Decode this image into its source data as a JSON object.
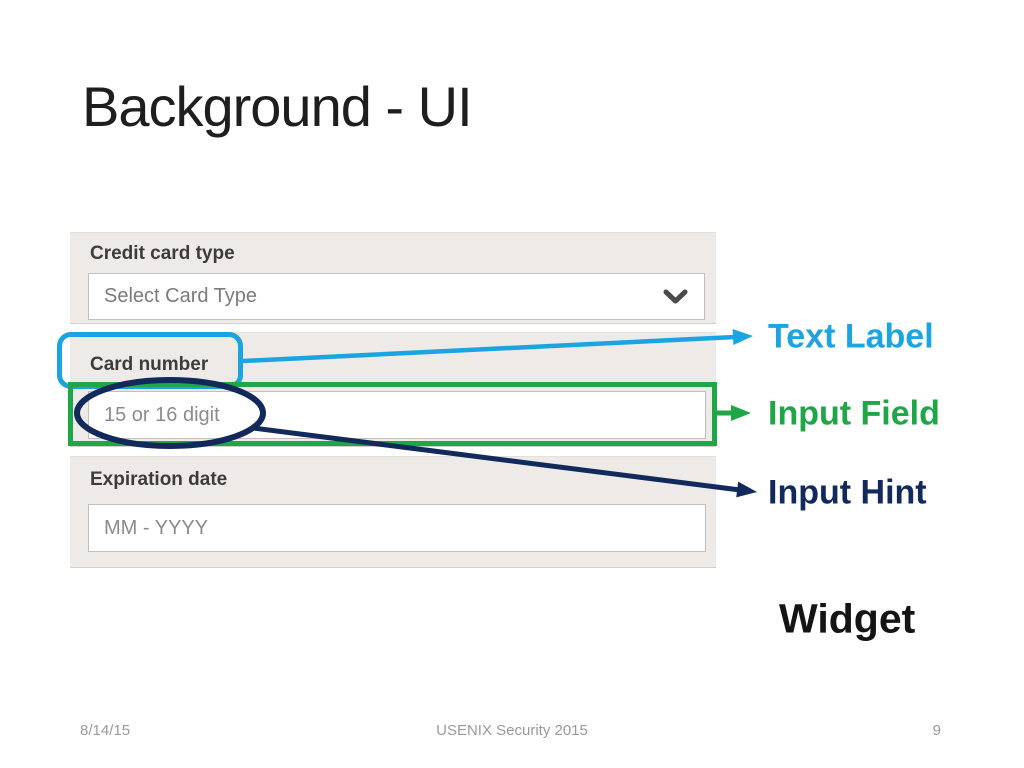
{
  "slide": {
    "title": "Background - UI",
    "footer": {
      "date": "8/14/15",
      "venue": "USENIX Security 2015",
      "page_number": "9"
    }
  },
  "form": {
    "credit_card_type": {
      "label": "Credit card type",
      "selected_value": "Select Card Type"
    },
    "card_number": {
      "label": "Card number",
      "value": "",
      "placeholder": "15 or 16 digit"
    },
    "expiration_date": {
      "label": "Expiration date",
      "value": "",
      "placeholder": "MM - YYYY"
    }
  },
  "annotations": {
    "text_label": {
      "text": "Text Label",
      "color": "#1ba3e2"
    },
    "input_field": {
      "text": "Input Field",
      "color": "#1fa647"
    },
    "input_hint": {
      "text": "Input Hint",
      "color": "#12295b"
    },
    "widget": {
      "text": "Widget",
      "color": "#141414"
    }
  },
  "icons": {
    "chevron_down": "chevron-down-icon",
    "chevron_color": "#4a4a4a"
  }
}
